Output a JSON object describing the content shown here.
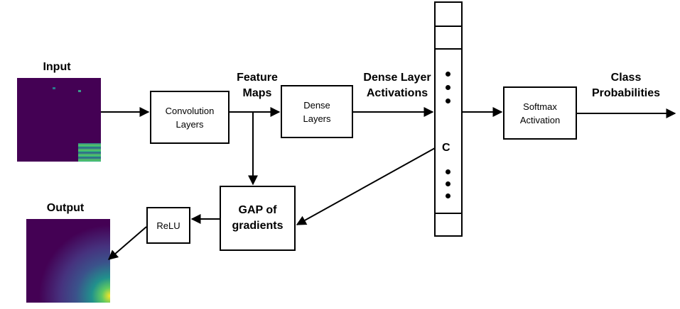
{
  "labels": {
    "input": "Input",
    "output": "Output",
    "feature_maps_1": "Feature",
    "feature_maps_2": "Maps",
    "dense_act_1": "Dense Layer",
    "dense_act_2": "Activations",
    "class_prob_1": "Class",
    "class_prob_2": "Probabilities"
  },
  "boxes": {
    "conv_1": "Convolution",
    "conv_2": "Layers",
    "dense_1": "Dense",
    "dense_2": "Layers",
    "softmax_1": "Softmax",
    "softmax_2": "Activation",
    "gap_1": "GAP of",
    "gap_2": "gradients",
    "relu": "ReLU"
  },
  "vector": {
    "class_symbol": "C"
  },
  "colors": {
    "viridis_dark": "#440154",
    "viridis_mid": "#3b528b",
    "viridis_teal": "#21918c",
    "viridis_green": "#5ec962",
    "viridis_yellow": "#fde725"
  }
}
